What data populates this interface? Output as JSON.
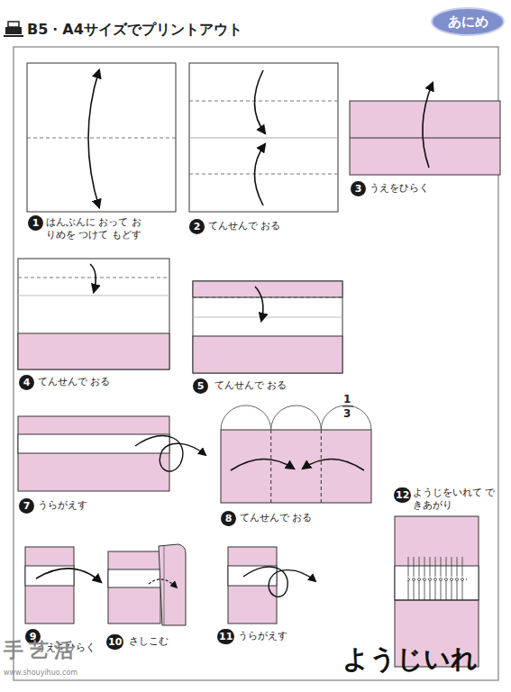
{
  "diagram": {
    "title": "B5・A4サイズでプリントアウト",
    "caption": "ようじいれ",
    "nodes": [
      {
        "text": [
          "あにめ"
        ]
      }
    ],
    "labels": [
      "1",
      "はんぶんに おって おりめを つけて もどす",
      "2",
      "てんせんで おる",
      "3",
      "うえをひらく",
      "4",
      "てんせんで おる",
      "5",
      "てんせんで おる",
      "7",
      "うらがえす",
      "1",
      "3",
      "8",
      "てんせんで おる",
      "9",
      "うえをひらく",
      "10",
      "さしこむ",
      "11",
      "うらがえす",
      "12",
      "ようじをいれて できあがり",
      "手艺活",
      "www.shouyihuo.com"
    ]
  }
}
